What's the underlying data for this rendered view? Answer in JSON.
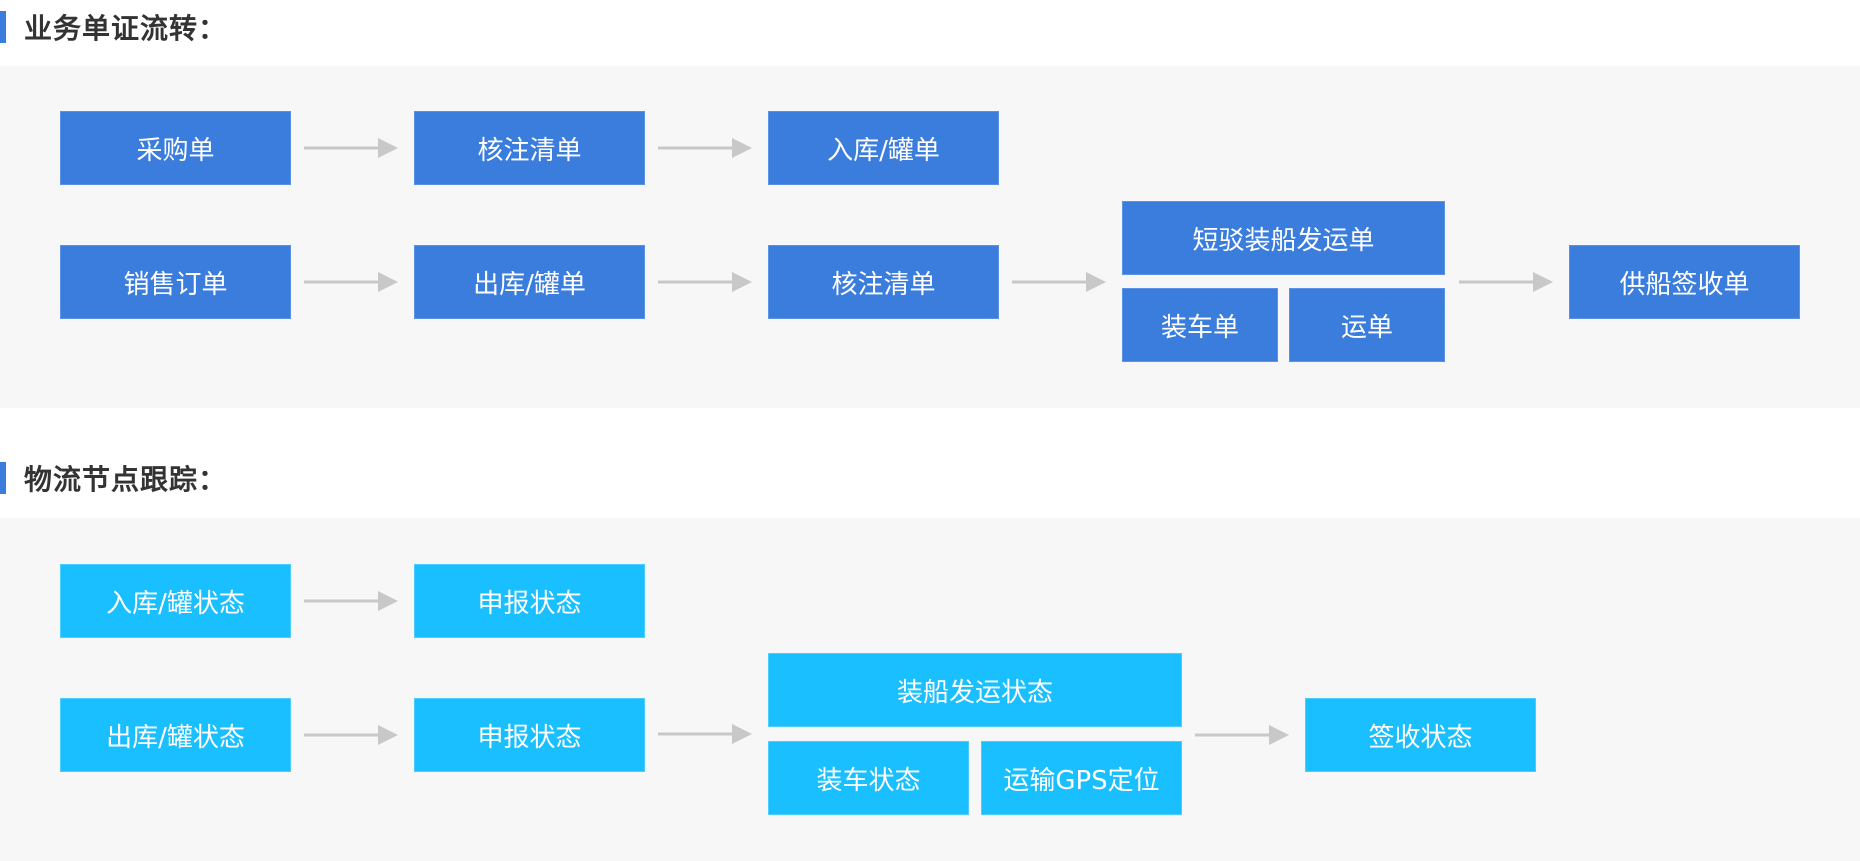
{
  "section1": {
    "title": "业务单证流转：",
    "row1": [
      "采购单",
      "核注清单",
      "入库/罐单"
    ],
    "row2": [
      "销售订单",
      "出库/罐单",
      "核注清单"
    ],
    "group": {
      "top": "短驳装船发运单",
      "bottom_left": "装车单",
      "bottom_right": "运单"
    },
    "final": "供船签收单"
  },
  "section2": {
    "title": "物流节点跟踪：",
    "row1": [
      "入库/罐状态",
      "申报状态"
    ],
    "row2": [
      "出库/罐状态",
      "申报状态"
    ],
    "group": {
      "top": "装船发运状态",
      "bottom_left": "装车状态",
      "bottom_right": "运输GPS定位"
    },
    "final": "签收状态"
  },
  "colors": {
    "doc_node": "#3b7ddd",
    "track_node": "#1abfff",
    "arrow": "#c8c8c8",
    "panel_bg": "#f7f7f7",
    "accent_bar": "#3b7ddd"
  }
}
